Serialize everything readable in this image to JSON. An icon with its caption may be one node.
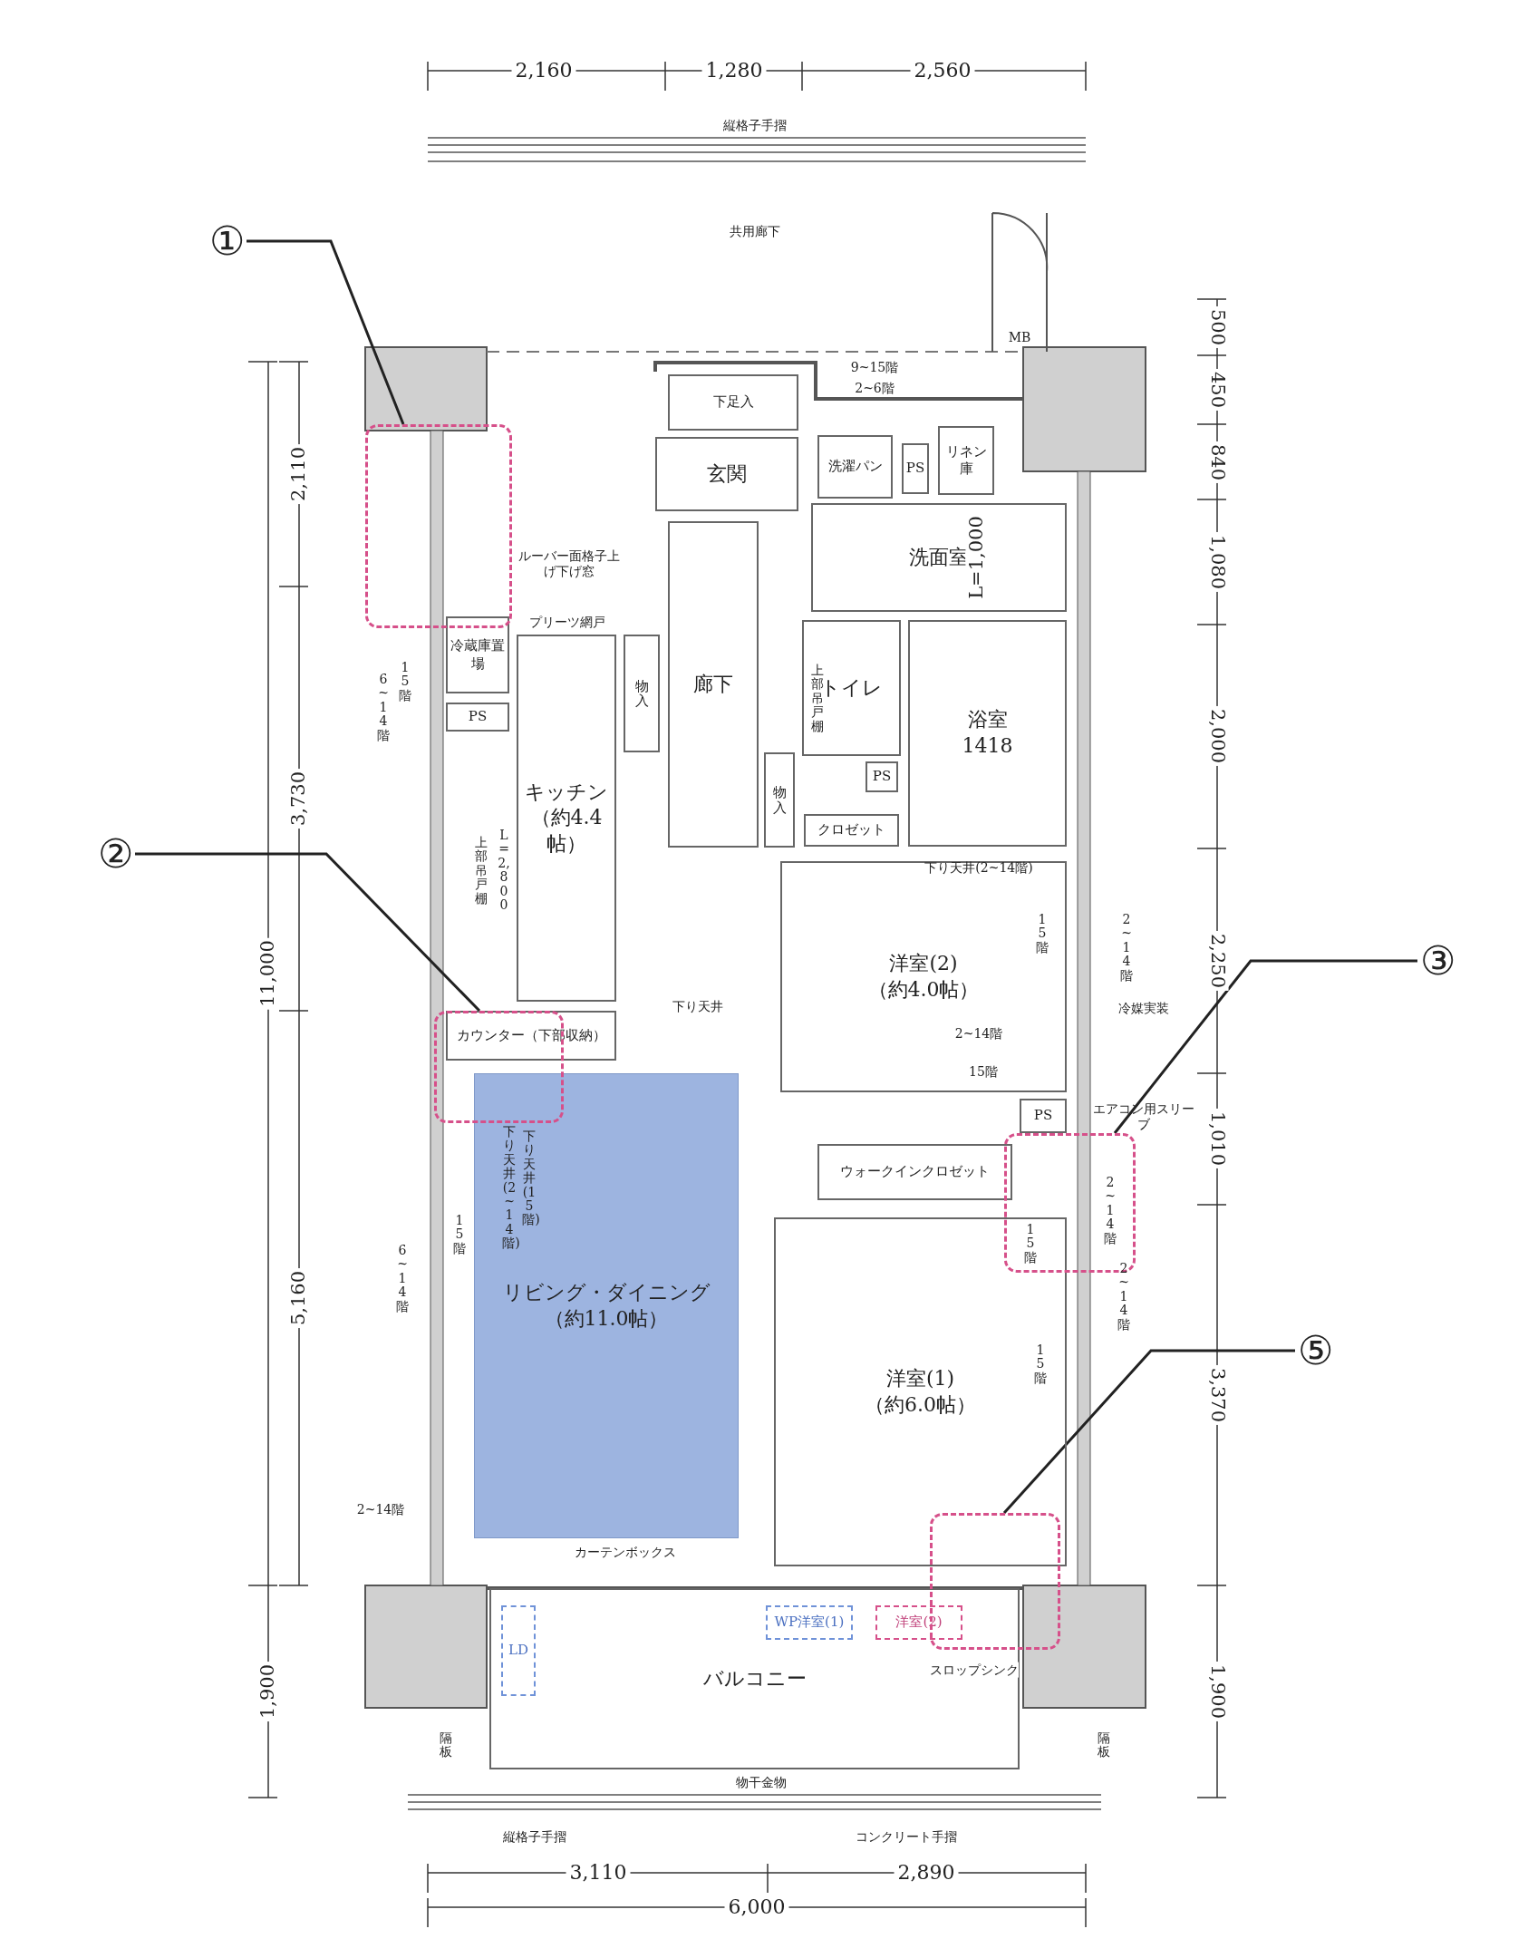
{
  "diagram": {
    "nodes": [
      {
        "text": [
          "下足入"
        ]
      },
      {
        "text": [
          "玄関"
        ]
      },
      {
        "text": [
          "廊下"
        ]
      },
      {
        "text": [
          "洗濯パン"
        ]
      },
      {
        "text": [
          "PS"
        ]
      },
      {
        "text": [
          "リネン庫"
        ]
      },
      {
        "text": [
          "洗面室"
        ]
      },
      {
        "text": [
          "トイレ"
        ]
      },
      {
        "text": [
          "浴室",
          "1418"
        ]
      },
      {
        "text": [
          "PS"
        ]
      },
      {
        "text": [
          "冷蔵庫置場"
        ]
      },
      {
        "text": [
          "PS"
        ]
      },
      {
        "text": [
          "キッチン",
          "（約4.4帖）"
        ]
      },
      {
        "text": [
          "物入"
        ]
      },
      {
        "text": [
          "物入"
        ]
      },
      {
        "text": [
          "クロゼット"
        ]
      },
      {
        "text": [
          "洋室(2)",
          "（約4.0帖）"
        ]
      },
      {
        "text": [
          "PS"
        ]
      },
      {
        "text": [
          "ウォークインクロゼット"
        ]
      },
      {
        "text": [
          "カウンター（下部収納）"
        ]
      },
      {
        "text": [
          "リビング・ダイニング",
          "（約11.0帖）"
        ]
      },
      {
        "text": [
          "洋室(1)",
          "（約6.0帖）"
        ]
      },
      {
        "text": [
          "バルコニー"
        ]
      },
      {
        "text": [
          "LD"
        ],
        "in": 22
      },
      {
        "text": [
          "WP洋室(1)"
        ],
        "in": 22
      },
      {
        "text": [
          "洋室(2)"
        ],
        "in": 22
      },
      {
        "text": [
          "①"
        ]
      },
      {
        "text": [],
        "shape": "box"
      },
      {
        "text": [
          "②"
        ]
      },
      {
        "text": [],
        "shape": "box"
      },
      {
        "text": [
          "③"
        ]
      },
      {
        "text": [],
        "shape": "box"
      },
      {
        "text": [
          "⑤"
        ]
      },
      {
        "text": [],
        "shape": "box"
      }
    ],
    "edges": [
      {
        "from": 26,
        "to": 27,
        "arrow": "none"
      },
      {
        "from": 28,
        "to": 29,
        "arrow": "none"
      },
      {
        "from": 30,
        "to": 31,
        "arrow": "none"
      },
      {
        "from": 32,
        "to": 33,
        "arrow": "none"
      }
    ],
    "labels": [
      "2,160",
      "1,280",
      "2,560",
      "縦格子手摺",
      "共用廊下",
      "MB",
      "9~15階",
      "2~6階",
      "ルーバー面格子上げ下げ窓",
      "プリーツ網戸",
      "6~14階",
      "15階",
      "上部吊戸棚",
      "L=1,000",
      "L=2,800",
      "上部吊戸棚",
      "下り天井(2~14階)",
      "15階",
      "2~14階",
      "下り天井",
      "冷媒実装",
      "2~14階",
      "15階",
      "エアコン用スリーブ",
      "2~14階",
      "15階",
      "2~14階",
      "下り天井(15階)",
      "下り天井(2~14階)",
      "6~14階",
      "15階",
      "15階",
      "2~14階",
      "カーテンボックス",
      "スロップシンク",
      "隔板",
      "物干金物",
      "隔板",
      "縦格子手摺",
      "コンクリート手摺",
      "2,110",
      "3,730",
      "11,000",
      "5,160",
      "1,900",
      "500",
      "450",
      "840",
      "1,080",
      "2,000",
      "2,250",
      "1,010",
      "3,370",
      "1,900",
      "3,110",
      "2,890",
      "6,000"
    ]
  }
}
